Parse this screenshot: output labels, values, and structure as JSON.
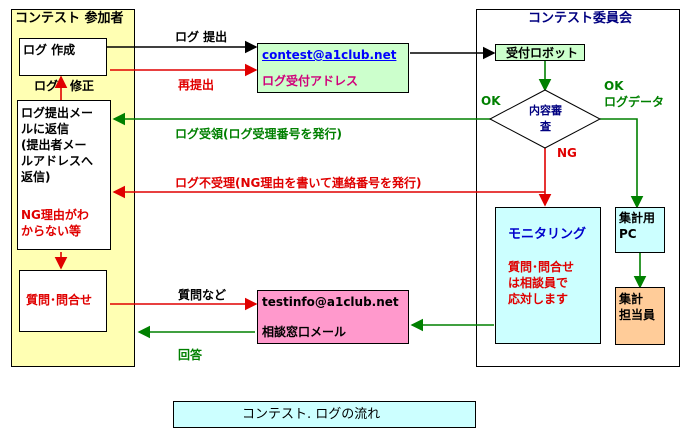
{
  "participants": {
    "title": "コンテスト 参加者",
    "log_create": "ログ 作成",
    "log_fix": "ログ　修正",
    "reply_lines": [
      "ログ提出メー",
      "ルに返信",
      "(提出者メー",
      "ルアドレスへ",
      "返信)"
    ],
    "ng_lines": [
      "NG理由がわ",
      "からない等"
    ],
    "inquiry": "質問･問合せ"
  },
  "committee": {
    "title": "コンテスト委員会",
    "robot": "受付ロボット",
    "review_lines": [
      "内容審",
      "査"
    ],
    "ok_left": "OK",
    "ok_right": "OK",
    "log_data": "ログデータ",
    "ng": "NG",
    "monitoring": "モニタリング",
    "monitor_lines": [
      "質問･問合せ",
      "は相談員で",
      "応対します"
    ],
    "pc_lines": [
      "集計用",
      "PC"
    ],
    "staff_lines": [
      "集計",
      "担当員"
    ]
  },
  "mail": {
    "contest_addr": "contest@a1club.net",
    "log_addr_label": "ログ受付アドレス",
    "testinfo_addr": "testinfo@a1club.net",
    "consult_label": "相談窓口メール"
  },
  "flows": {
    "submit": "ログ 提出",
    "resubmit": "再提出",
    "accepted": "ログ受領(ログ受理番号を発行)",
    "rejected": "ログ不受理(NG理由を書いて連絡番号を発行)",
    "question": "質問など",
    "answer": "回答"
  },
  "footer": {
    "caption": "コンテスト. ログの流れ"
  },
  "colors": {
    "panel_yellow": "#ffffb3",
    "mint": "#ccffcc",
    "cyan": "#ccffff",
    "pink": "#ff99cc",
    "orange": "#ffcc99",
    "red_arrow": "#e00000",
    "green_arrow": "#008000"
  }
}
